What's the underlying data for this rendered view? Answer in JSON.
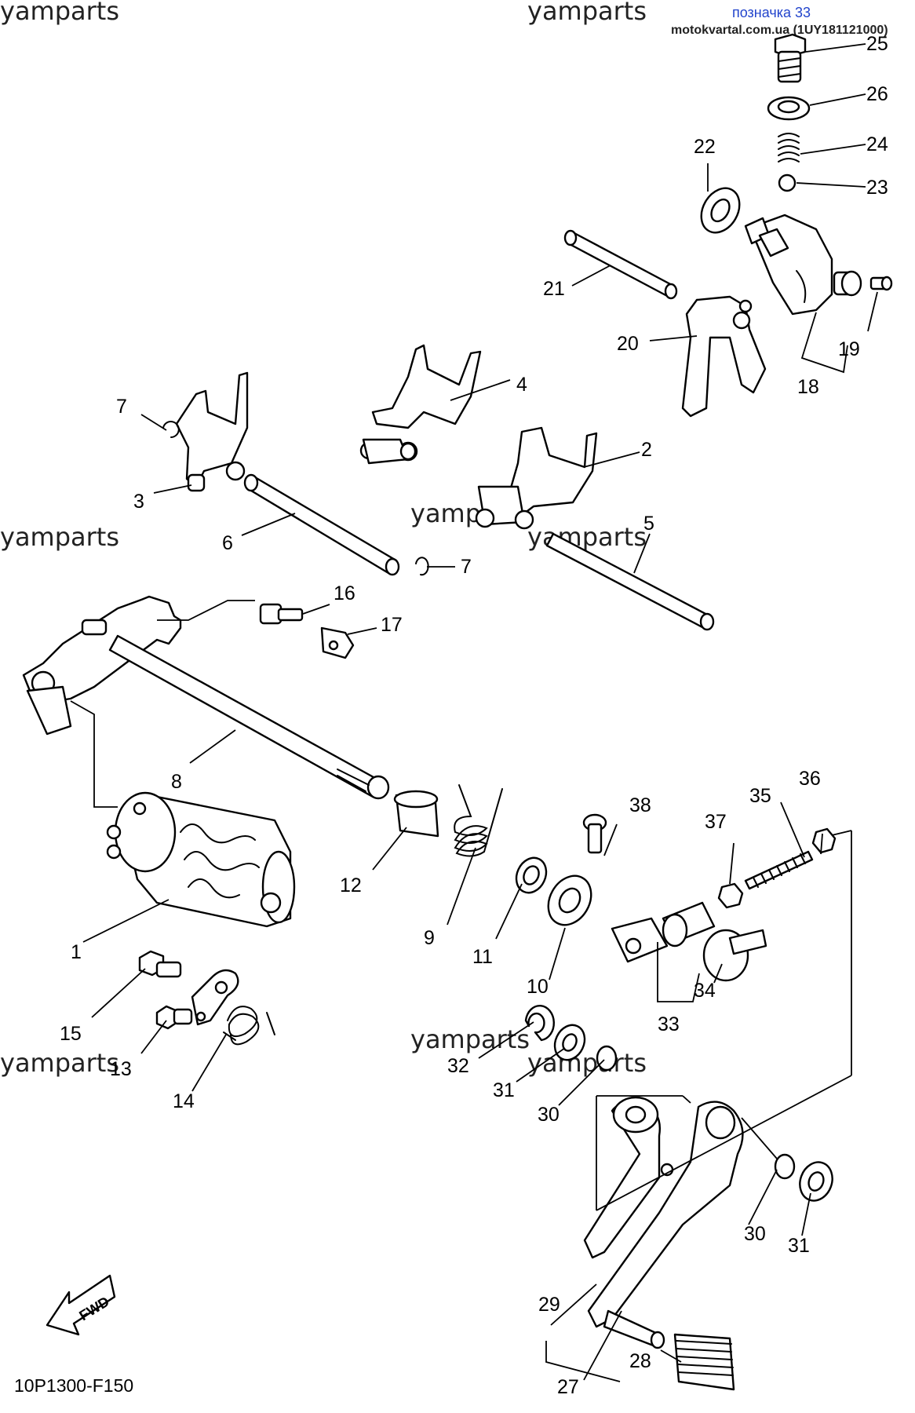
{
  "header": {
    "label": "позначка 33",
    "site": "motokvartal.com.ua (1UY181121000)"
  },
  "watermark": "yamparts",
  "fwd_label": "FWD",
  "diagram_code": "10P1300-F150",
  "callouts": [
    "25",
    "26",
    "24",
    "23",
    "22",
    "21",
    "20",
    "19",
    "18",
    "4",
    "2",
    "7",
    "3",
    "6",
    "5",
    "7",
    "16",
    "17",
    "8",
    "38",
    "36",
    "35",
    "37",
    "12",
    "9",
    "1",
    "11",
    "10",
    "34",
    "33",
    "15",
    "13",
    "14",
    "32",
    "31",
    "30",
    "29",
    "30",
    "31",
    "27",
    "28"
  ]
}
